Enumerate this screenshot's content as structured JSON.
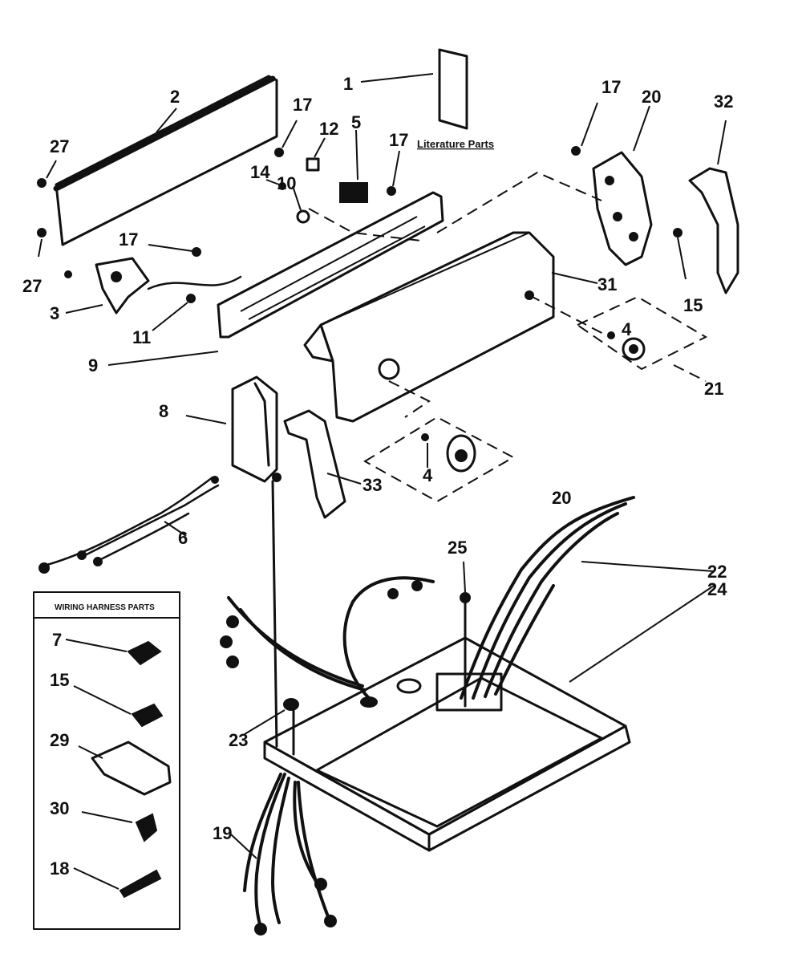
{
  "diagram": {
    "note_literature": "Literature Parts",
    "inset_title": "WIRING HARNESS PARTS",
    "callouts": {
      "c1": "1",
      "c2": "2",
      "c3": "3",
      "c4a": "4",
      "c4b": "4",
      "c5": "5",
      "c6": "6",
      "c7": "7",
      "c8": "8",
      "c9": "9",
      "c10": "10",
      "c11": "11",
      "c12": "12",
      "c14": "14",
      "c15a": "15",
      "c15b": "15",
      "c17a": "17",
      "c17b": "17",
      "c17c": "17",
      "c17d": "17",
      "c18": "18",
      "c19": "19",
      "c20a": "20",
      "c20b": "20",
      "c21": "21",
      "c22": "22",
      "c23": "23",
      "c24": "24",
      "c25": "25",
      "c27a": "27",
      "c27b": "27",
      "c29": "29",
      "c30": "30",
      "c31": "31",
      "c32": "32",
      "c33": "33"
    }
  }
}
